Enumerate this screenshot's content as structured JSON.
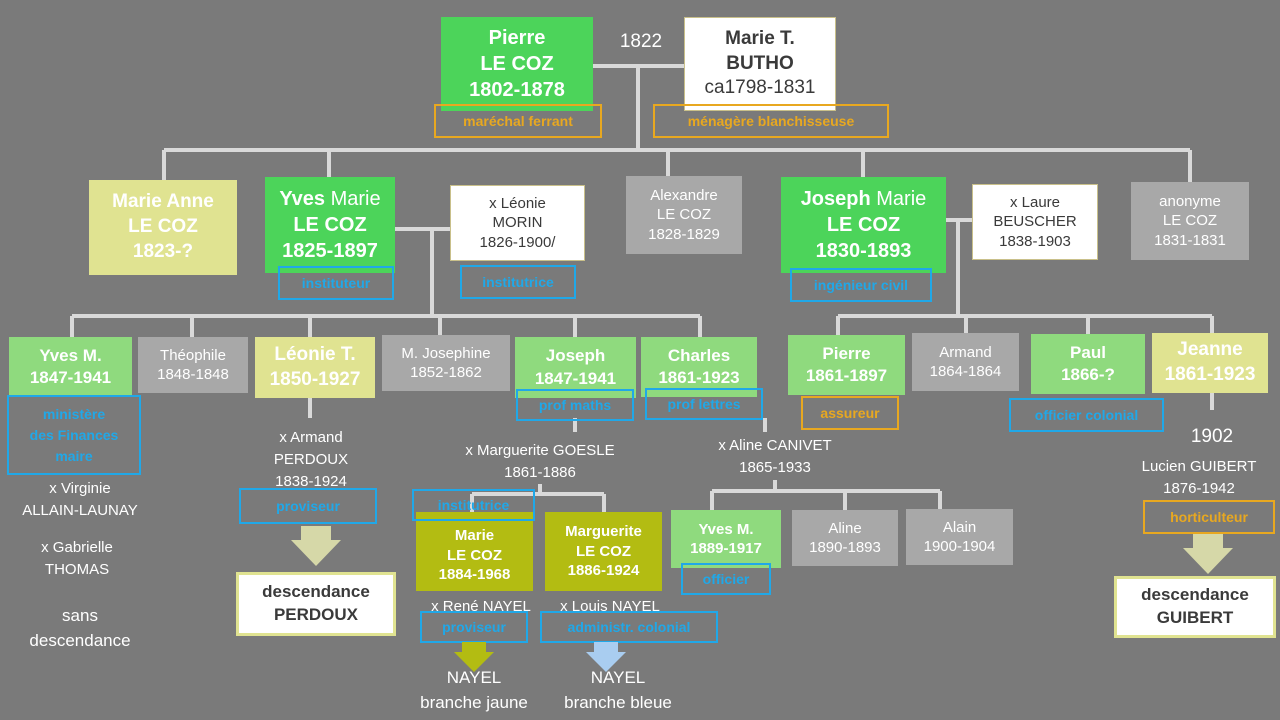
{
  "root": {
    "pierre": {
      "line1": "Pierre",
      "line2": "LE COZ",
      "line3": "1802-1878",
      "job": "maréchal ferrant"
    },
    "marriage_year": "1822",
    "marie_t": {
      "line1": "Marie T.",
      "line2": "BUTHO",
      "line3": "ca1798-1831",
      "job": "ménagère blanchisseuse"
    }
  },
  "gen2": {
    "marie_anne": {
      "line1": "Marie Anne",
      "line2": "LE COZ",
      "line3": "1823-?"
    },
    "yves": {
      "first": "Yves",
      "rest": " Marie",
      "line2": "LE COZ",
      "line3": "1825-1897",
      "job": "instituteur"
    },
    "leonie": {
      "line1": "x Léonie",
      "line2": "MORIN",
      "line3": "1826-1900/",
      "job": "institutrice"
    },
    "alexandre": {
      "line1": "Alexandre",
      "line2": "LE COZ",
      "line3": "1828-1829"
    },
    "joseph": {
      "first": "Joseph",
      "rest": " Marie",
      "line2": "LE COZ",
      "line3": "1830-1893",
      "job": "ingénieur civil"
    },
    "laure": {
      "line1": "x Laure",
      "line2": "BEUSCHER",
      "line3": "1838-1903"
    },
    "anonyme": {
      "line1": "anonyme",
      "line2": "LE COZ",
      "line3": "1831-1831"
    }
  },
  "gen3": {
    "yves_m": {
      "line1": "Yves M.",
      "line2": "1847-1941",
      "job1": "ministère",
      "job2": "des Finances",
      "job3": "maire",
      "sp1a": "x Virginie",
      "sp1b": "ALLAIN-LAUNAY",
      "sp2a": "x Gabrielle",
      "sp2b": "THOMAS",
      "note1": "sans",
      "note2": "descendance"
    },
    "theophile": {
      "line1": "Théophile",
      "line2": "1848-1848"
    },
    "leonie_t": {
      "line1": "Léonie T.",
      "line2": "1850-1927",
      "sp1": "x Armand",
      "sp2": "PERDOUX",
      "sp3": "1838-1924",
      "job": "proviseur",
      "desc1": "descendance",
      "desc2": "PERDOUX"
    },
    "m_josephine": {
      "line1": "M. Josephine",
      "line2": "1852-1862"
    },
    "joseph": {
      "line1": "Joseph",
      "line2": "1847-1941",
      "job": "prof maths",
      "sp1": "x Marguerite GOESLE",
      "sp2": "1861-1886"
    },
    "charles": {
      "line1": "Charles",
      "line2": "1861-1923",
      "job": "prof lettres",
      "sp1": "x Aline CANIVET",
      "sp2": "1865-1933"
    },
    "pierre": {
      "line1": "Pierre",
      "line2": "1861-1897",
      "job": "assureur"
    },
    "armand": {
      "line1": "Armand",
      "line2": "1864-1864"
    },
    "paul": {
      "line1": "Paul",
      "line2": "1866-?",
      "job": "officier colonial"
    },
    "jeanne": {
      "line1": "Jeanne",
      "line2": "1861-1923",
      "year": "1902",
      "sp1": "Lucien GUIBERT",
      "sp2": "1876-1942",
      "job": "horticulteur",
      "desc1": "descendance",
      "desc2": "GUIBERT"
    }
  },
  "gen4": {
    "marie": {
      "line1": "Marie",
      "line2": "LE COZ",
      "line3": "1884-1968",
      "job": "institutrice",
      "sp": "x René NAYEL",
      "job2": "proviseur",
      "branch1": "NAYEL",
      "branch2": "branche jaune"
    },
    "marguerite": {
      "line1": "Marguerite",
      "line2": "LE COZ",
      "line3": "1886-1924",
      "sp": "x Louis NAYEL",
      "job": "administr. colonial",
      "branch1": "NAYEL",
      "branch2": "branche bleue"
    },
    "yves_m": {
      "line1": "Yves M.",
      "line2": "1889-1917",
      "job": "officier"
    },
    "aline": {
      "line1": "Aline",
      "line2": "1890-1893"
    },
    "alain": {
      "line1": "Alain",
      "line2": "1900-1904"
    }
  },
  "colors": {
    "background": "#7a7a7a",
    "green": "#4cd45a",
    "light_green": "#8fda7e",
    "pale_yellow": "#e0e391",
    "olive": "#b3bc12",
    "gray": "#a8a8a8",
    "orange": "#e8a820",
    "blue": "#20a8e8",
    "blue_arrow": "#a9cdf0"
  }
}
